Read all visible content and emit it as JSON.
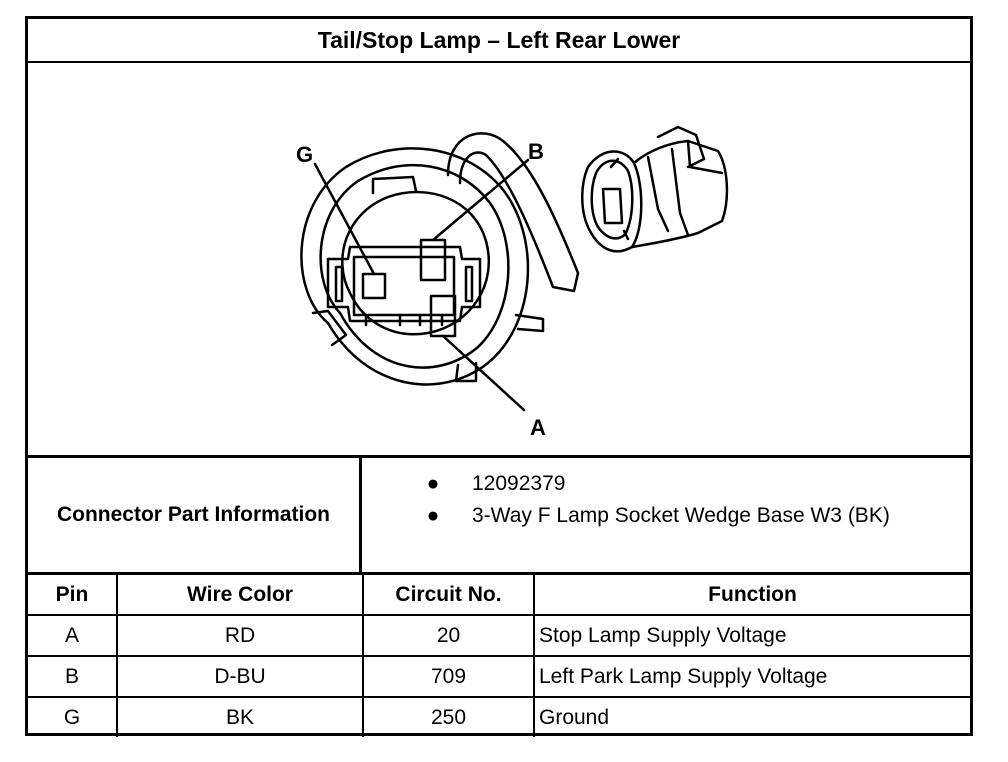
{
  "title": "Tail/Stop Lamp – Left Rear Lower",
  "diagram": {
    "callouts": {
      "g": "G",
      "b": "B",
      "a": "A"
    }
  },
  "connector_info": {
    "label": "Connector Part Information",
    "items": [
      "12092379",
      "3-Way F Lamp Socket Wedge Base W3 (BK)"
    ],
    "bullet": "●"
  },
  "pin_table": {
    "headers": {
      "pin": "Pin",
      "wire_color": "Wire Color",
      "circuit_no": "Circuit No.",
      "function": "Function"
    },
    "rows": [
      {
        "pin": "A",
        "wire_color": "RD",
        "circuit_no": "20",
        "function": "Stop Lamp Supply Voltage"
      },
      {
        "pin": "B",
        "wire_color": "D-BU",
        "circuit_no": "709",
        "function": "Left Park Lamp Supply Voltage"
      },
      {
        "pin": "G",
        "wire_color": "BK",
        "circuit_no": "250",
        "function": "Ground"
      }
    ]
  }
}
